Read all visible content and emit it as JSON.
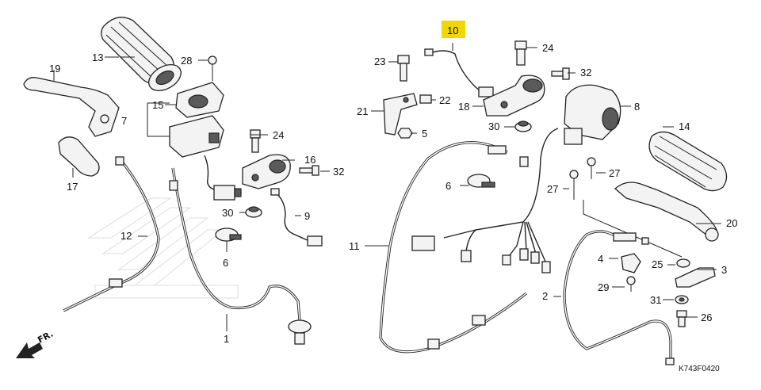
{
  "diagram_code": "K743F0420",
  "direction_label": "FR.",
  "highlight_color": "#f2d600",
  "callouts": {
    "c1": "1",
    "c2": "2",
    "c3": "3",
    "c4": "4",
    "c5": "5",
    "c6a": "6",
    "c6b": "6",
    "c7": "7",
    "c8": "8",
    "c9": "9",
    "c10": "10",
    "c11": "11",
    "c12": "12",
    "c13": "13",
    "c14": "14",
    "c15": "15",
    "c16": "16",
    "c17": "17",
    "c18": "18",
    "c19": "19",
    "c20": "20",
    "c21": "21",
    "c22": "22",
    "c23": "23",
    "c24a": "24",
    "c24b": "24",
    "c25": "25",
    "c26": "26",
    "c27a": "27",
    "c27b": "27",
    "c28": "28",
    "c29": "29",
    "c30a": "30",
    "c30b": "30",
    "c31": "31",
    "c32a": "32",
    "c32b": "32"
  }
}
